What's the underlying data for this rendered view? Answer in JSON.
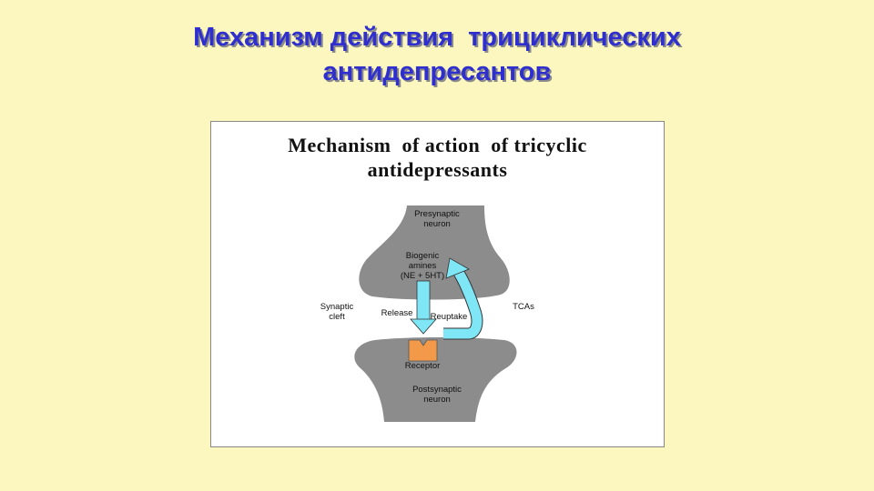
{
  "slide": {
    "title_line1": "Механизм действия  трициклических",
    "title_line2": "антидепресантов"
  },
  "figure": {
    "title_line1": "Mechanism  of action  of tricyclic",
    "title_line2": "antidepressants",
    "labels": {
      "presynaptic_1": "Presynaptic",
      "presynaptic_2": "neuron",
      "amines_1": "Biogenic",
      "amines_2": "amines",
      "amines_3": "(NE + 5HT)",
      "cleft_1": "Synaptic",
      "cleft_2": "cleft",
      "release": "Release",
      "reuptake": "Reuptake",
      "tcas": "TCAs",
      "receptor": "Receptor",
      "postsynaptic_1": "Postsynaptic",
      "postsynaptic_2": "neuron"
    }
  },
  "colors": {
    "background": "#fbf7bf",
    "title": "#2f2fd0",
    "neuron": "#8c8c8c",
    "arrow": "#7fe6f5",
    "receptor": "#f29a4a"
  }
}
